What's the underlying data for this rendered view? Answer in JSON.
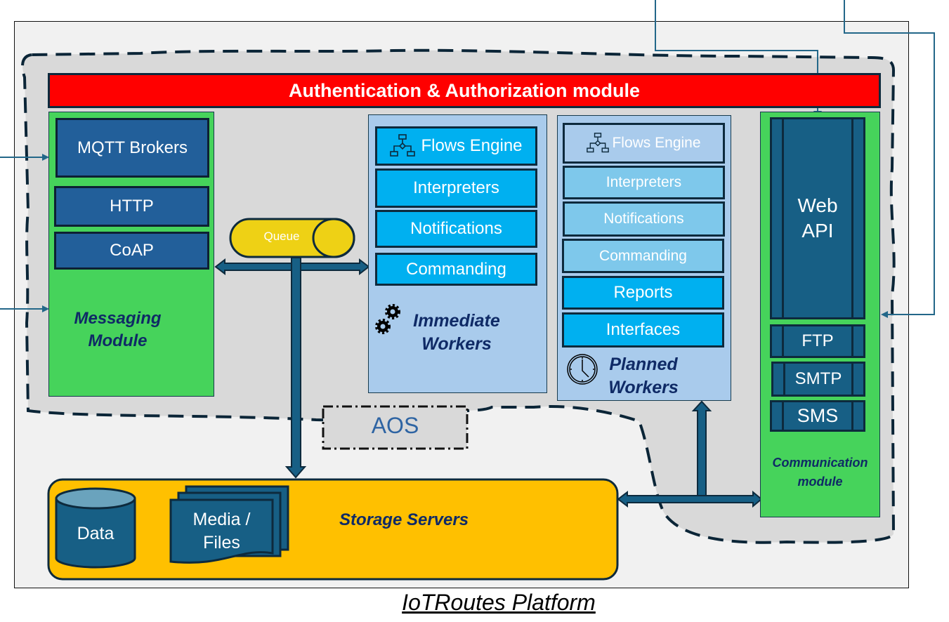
{
  "title": "IoTRoutes Platform",
  "auth_module": "Authentication & Authorization module",
  "messaging": {
    "items": [
      "MQTT Brokers",
      "HTTP",
      "CoAP"
    ],
    "label_line1": "Messaging",
    "label_line2": "Module"
  },
  "queue": "Queue",
  "immediate_workers": {
    "items": [
      "Flows Engine",
      "Interpreters",
      "Notifications",
      "Commanding"
    ],
    "label_line1": "Immediate",
    "label_line2": "Workers"
  },
  "planned_workers": {
    "items": [
      "Flows Engine",
      "Interpreters",
      "Notifications",
      "Commanding",
      "Reports",
      "Interfaces"
    ],
    "label_line1": "Planned",
    "label_line2": "Workers"
  },
  "communication": {
    "items": [
      "Web API",
      "FTP",
      "SMTP",
      "SMS"
    ],
    "web_line1": "Web",
    "web_line2": "API",
    "label_line1": "Communication",
    "label_line2": "module"
  },
  "aos": "AOS",
  "storage": {
    "label": "Storage Servers",
    "data": "Data",
    "media_line1": "Media /",
    "media_line2": "Files"
  },
  "colors": {
    "auth": "#ff0000",
    "module_green": "#46d35b",
    "workers_bg": "#a9cbec",
    "worker_item": "#00b0f0",
    "storage": "#ffc000",
    "queue": "#eed115"
  }
}
